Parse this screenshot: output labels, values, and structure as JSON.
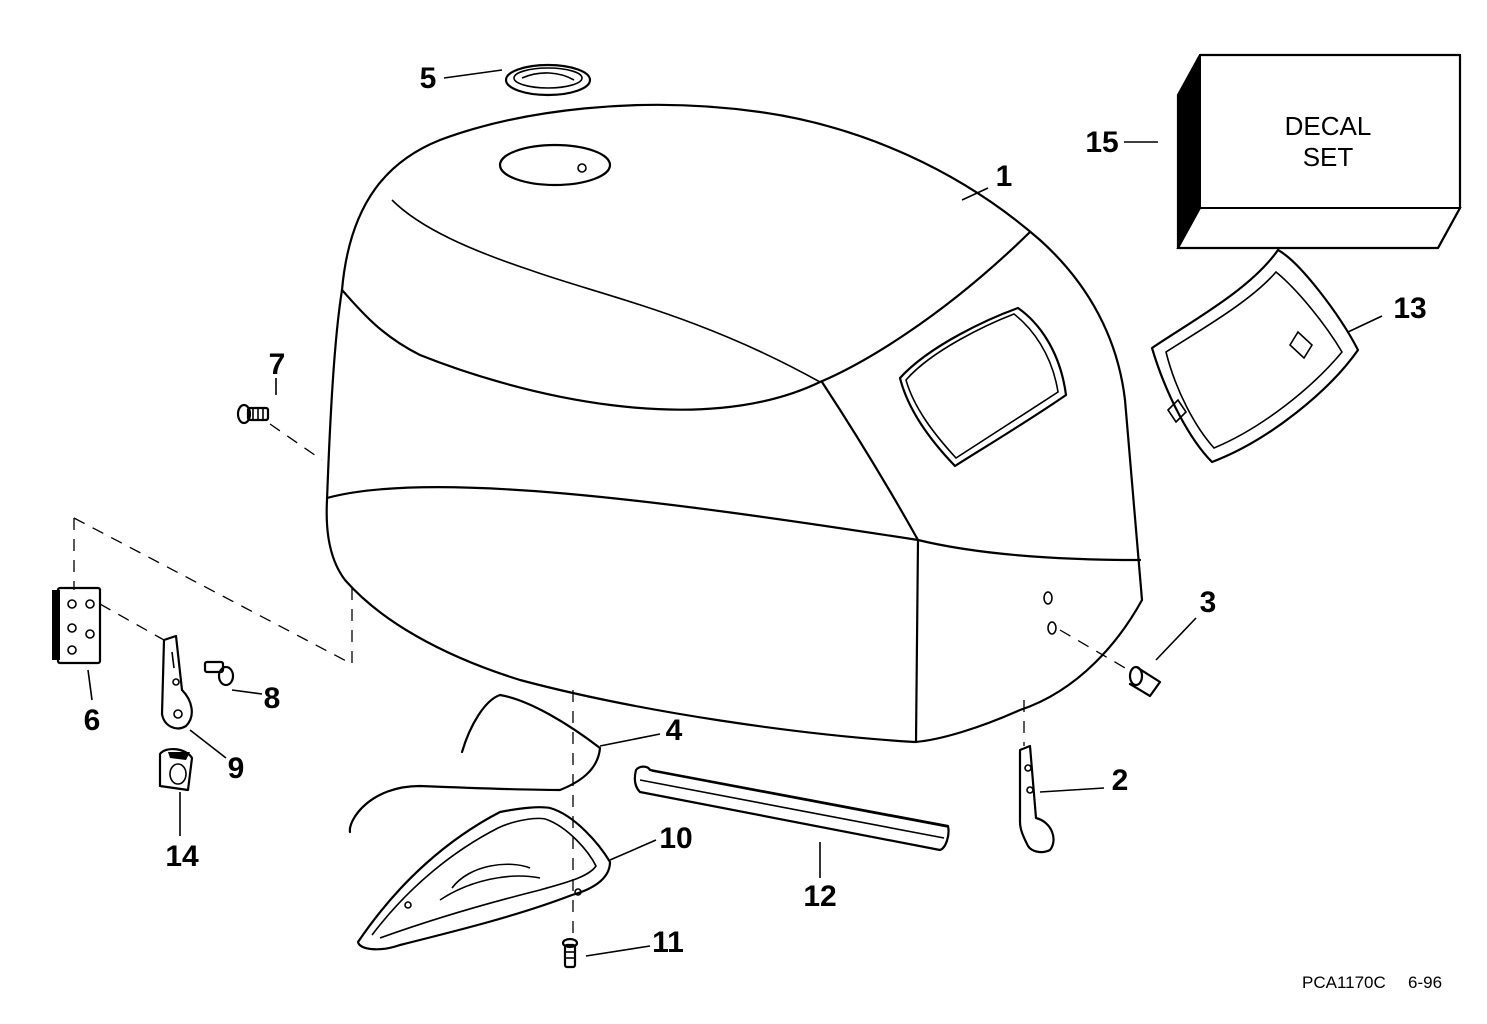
{
  "diagram": {
    "callouts": [
      "1",
      "2",
      "3",
      "4",
      "5",
      "6",
      "7",
      "8",
      "9",
      "10",
      "11",
      "12",
      "13",
      "14",
      "15"
    ],
    "decal_box": {
      "line1": "DECAL",
      "line2": "SET"
    },
    "reference_code": "PCA1170C",
    "reference_date": "6-96"
  }
}
